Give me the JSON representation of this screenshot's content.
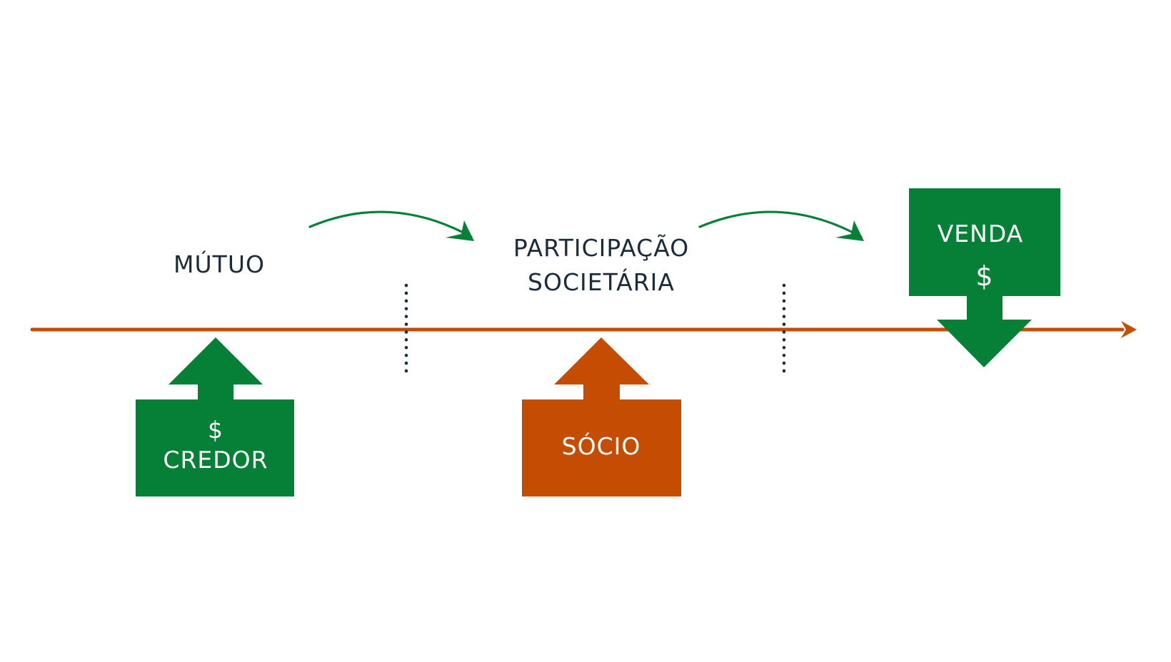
{
  "colors": {
    "green": "#067f37",
    "orange": "#c44d03",
    "text_dark": "#1c2b3a",
    "text_light": "#ffffff",
    "divider": "#1c2b3a"
  },
  "stages": {
    "mutuo": "MÚTUO",
    "participacao_line1": "PARTICIPAÇÃO",
    "participacao_line2": "SOCIETÁRIA"
  },
  "credor_box": {
    "symbol": "$",
    "label": "CREDOR"
  },
  "socio_box": {
    "label": "SÓCIO"
  },
  "venda_box": {
    "label": "VENDA",
    "symbol": "$"
  }
}
